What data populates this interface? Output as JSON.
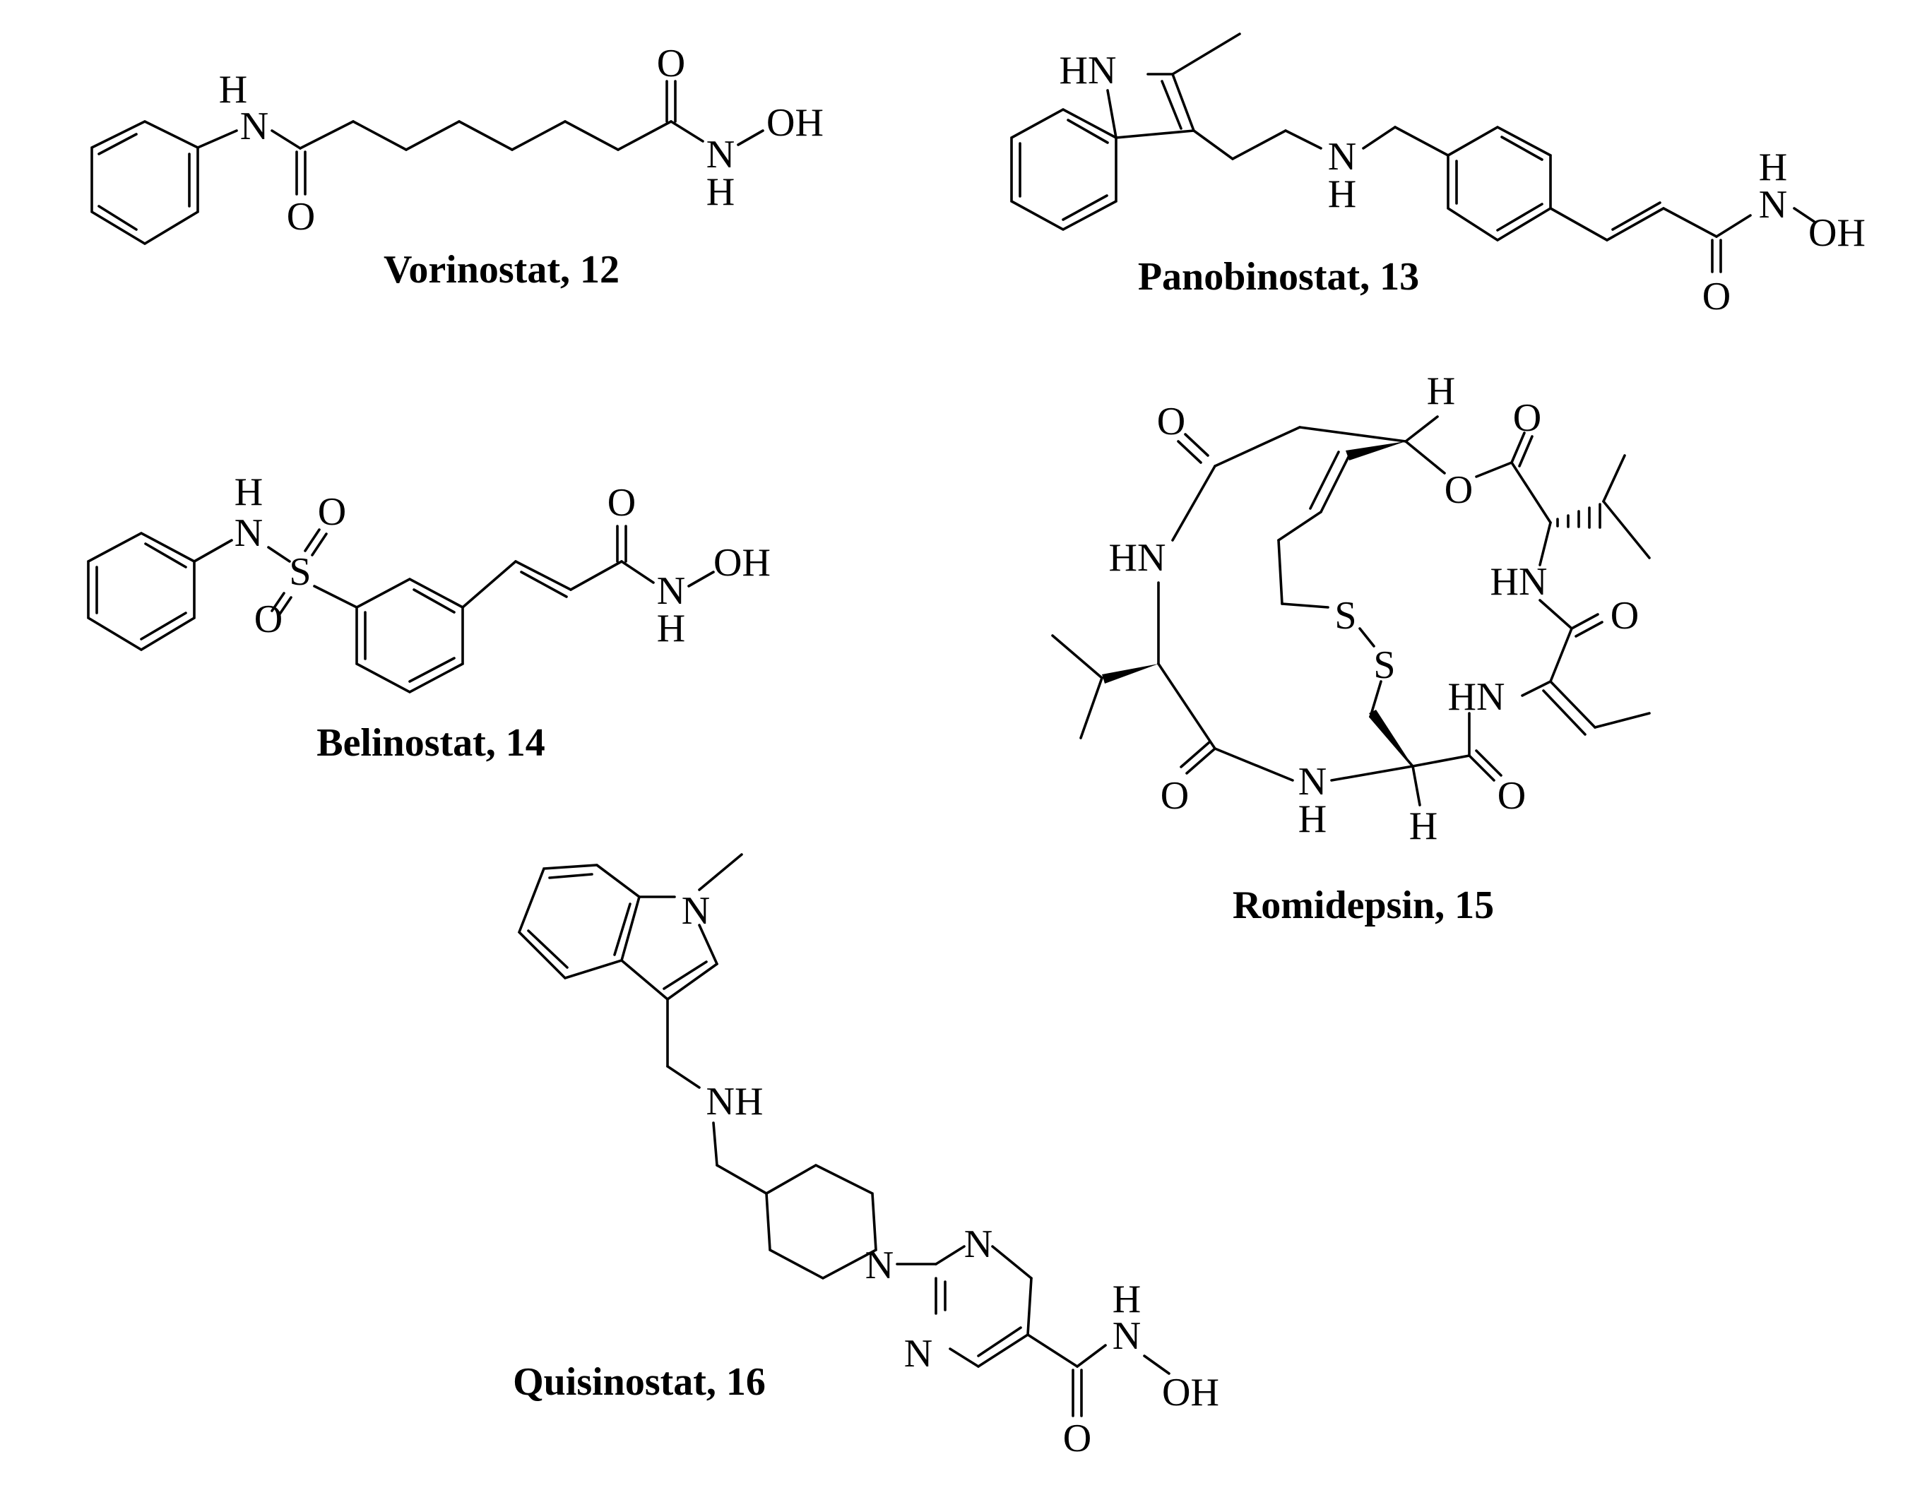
{
  "figure": {
    "compounds": [
      {
        "id": "vorinostat",
        "caption": "Vorinostat, 12"
      },
      {
        "id": "panobinostat",
        "caption": "Panobinostat, 13"
      },
      {
        "id": "belinostat",
        "caption": "Belinostat, 14"
      },
      {
        "id": "romidepsin",
        "caption": "Romidepsin, 15"
      },
      {
        "id": "quisinostat",
        "caption": "Quisinostat, 16"
      }
    ],
    "atoms": {
      "H": "H",
      "N": "N",
      "O": "O",
      "S": "S",
      "OH": "OH",
      "HN": "HN",
      "NH": "NH"
    }
  }
}
